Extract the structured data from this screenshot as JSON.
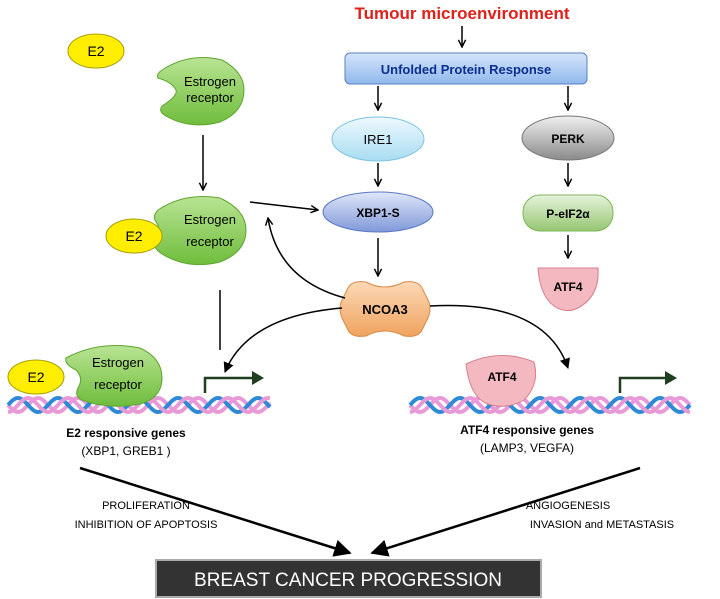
{
  "title": "Tumour microenvironment",
  "upr": "Unfolded Protein Response",
  "nodes": {
    "ire1": "IRE1",
    "perk": "PERK",
    "xbp1s": "XBP1-S",
    "peif2a": "P-eIF2α",
    "atf4_top": "ATF4",
    "ncoa3": "NCOA3",
    "atf4_dna": "ATF4"
  },
  "e2": "E2",
  "er": {
    "line1": "Estrogen",
    "line2": "receptor"
  },
  "left_genes": {
    "title": "E2 responsive genes",
    "list": "(XBP1, GREB1 )"
  },
  "right_genes": {
    "title": "ATF4 responsive genes",
    "list": "(LAMP3, VEGFA)"
  },
  "left_effects": {
    "line1": "PROLIFERATION",
    "line2": "INHIBITION OF APOPTOSIS"
  },
  "right_effects": {
    "line1": "ANGIOGENESIS",
    "line2": "INVASION and METASTASIS"
  },
  "outcome": "BREAST CANCER PROGRESSION",
  "colors": {
    "title_red": "#e0201b",
    "upr_blue": "#8fb8ec",
    "ire1": "#bfe6f7",
    "perk": "#9a9a9a",
    "xbp1s": "#8ea6e0",
    "peif2a": "#a9d28c",
    "atf4": "#f4b8c0",
    "ncoa3": "#f6c08f",
    "e2": "#ffee00",
    "receptor": "#8ccf5a",
    "dna_blue": "#2e8ad6",
    "dna_pink": "#e89ad8",
    "outcome_bg": "#333333"
  }
}
